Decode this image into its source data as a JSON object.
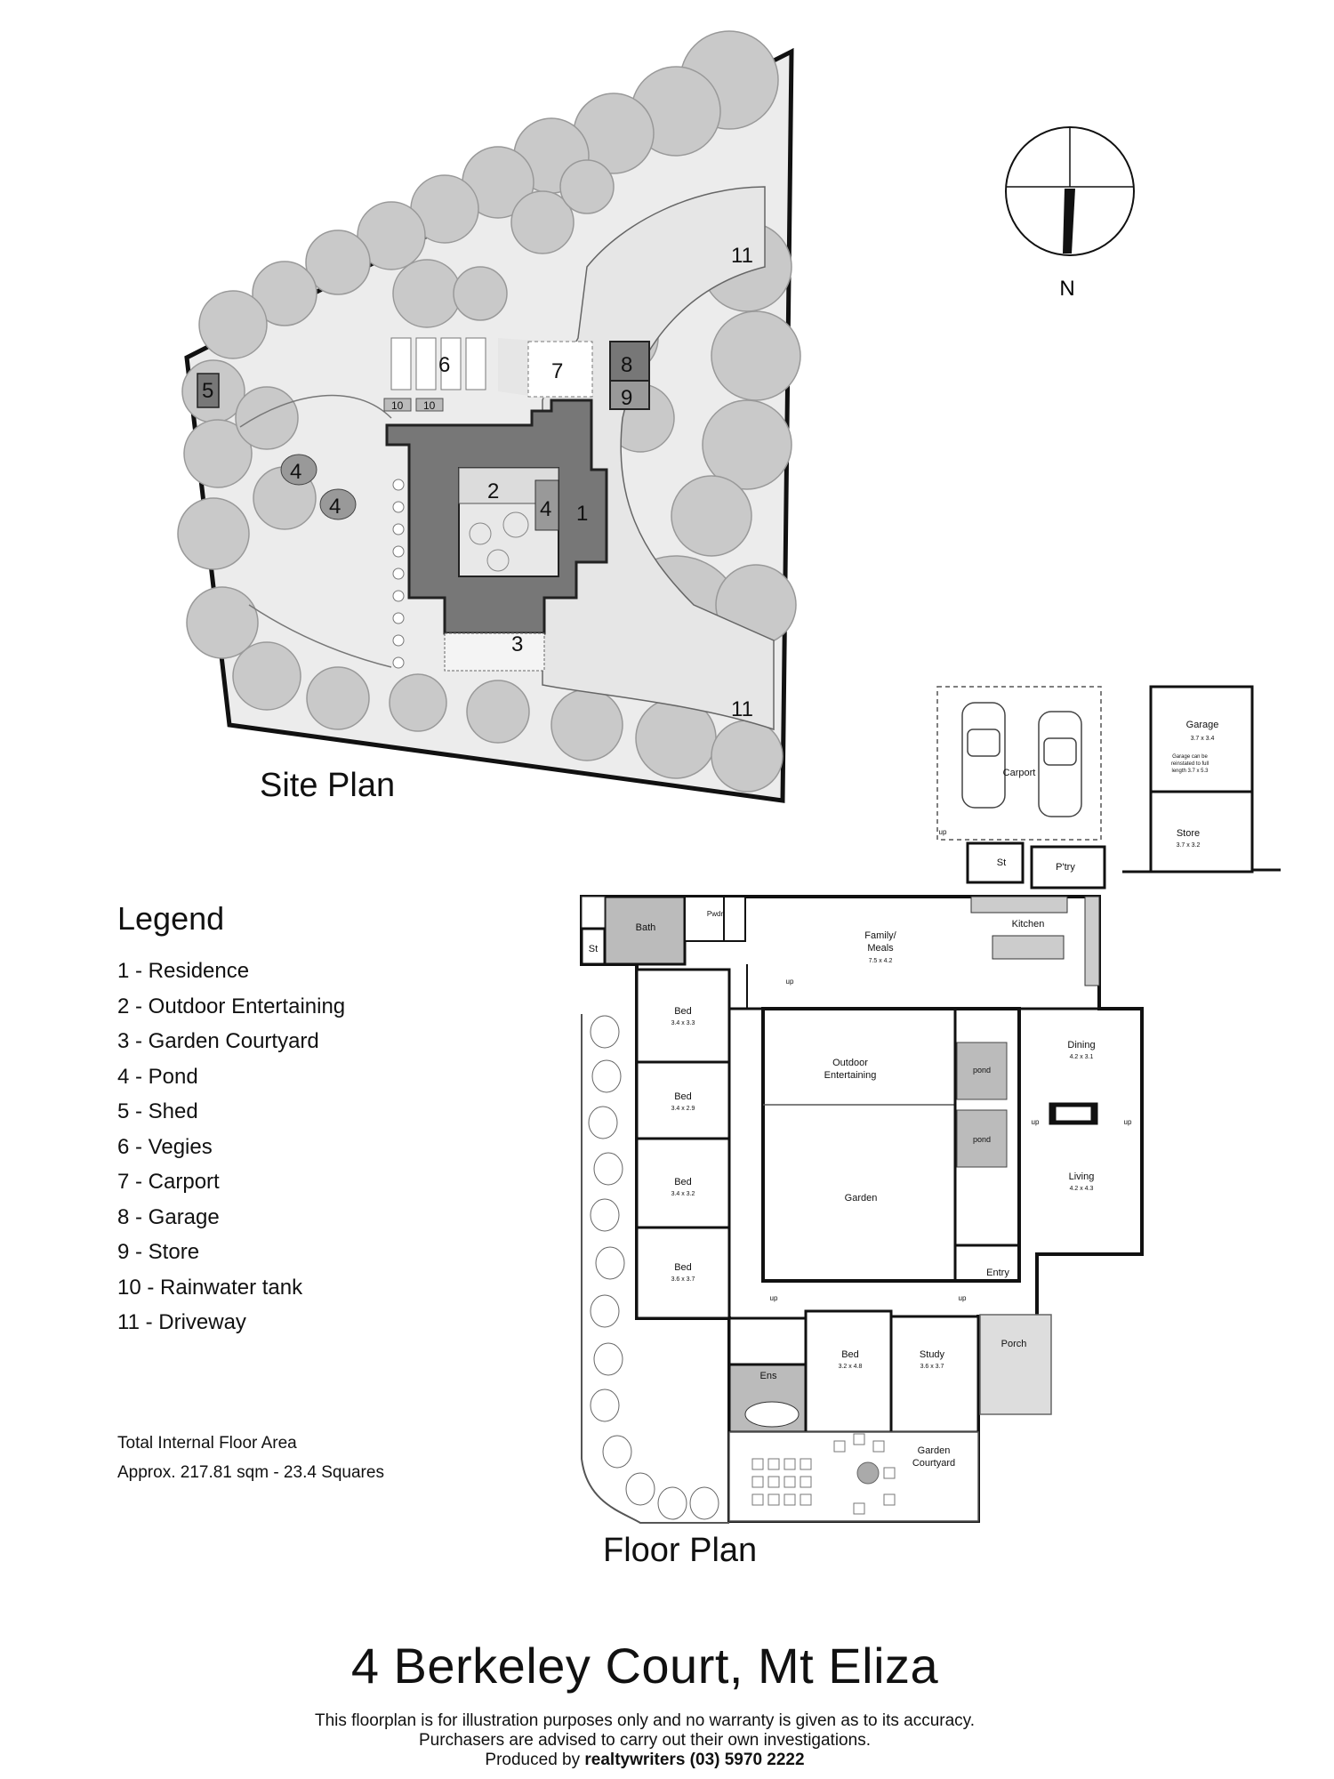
{
  "site_plan": {
    "title": "Site Plan",
    "labels": {
      "l1": "1",
      "l2": "2",
      "l3": "3",
      "l4a": "4",
      "l4b": "4",
      "l4c": "4",
      "l5": "5",
      "l6": "6",
      "l7": "7",
      "l8": "8",
      "l9": "9",
      "l10a": "10",
      "l10b": "10",
      "l11a": "11",
      "l11b": "11"
    }
  },
  "compass": {
    "label": "N"
  },
  "legend": {
    "title": "Legend",
    "items": [
      "1 - Residence",
      "2 - Outdoor Entertaining",
      "3 - Garden Courtyard",
      "4 - Pond",
      "5 - Shed",
      "6 - Vegies",
      "7 - Carport",
      "8 - Garage",
      "9 - Store",
      "10 - Rainwater tank",
      "11 - Driveway"
    ]
  },
  "floor_area": {
    "line1": "Total Internal Floor Area",
    "line2": "Approx. 217.81 sqm - 23.4 Squares"
  },
  "floor_plan": {
    "title": "Floor Plan",
    "rooms": {
      "garage": "Garage",
      "garage_dim": "3.7 x 3.4",
      "garage_note1": "Garage can be",
      "garage_note2": "reinstated to full",
      "garage_note3": "length 3.7 x 5.3",
      "carport": "Carport",
      "store": "Store",
      "store_dim": "3.7 x 3.2",
      "st1": "St",
      "st2": "St",
      "pntry": "P'try",
      "kitchen": "Kitchen",
      "bath": "Bath",
      "pwdr": "Pwdr",
      "family": "Family/",
      "meals": "Meals",
      "family_dim": "7.5 x 4.2",
      "bed1": "Bed",
      "bed1_dim": "3.4 x 3.3",
      "bed2": "Bed",
      "bed2_dim": "3.4 x 2.9",
      "bed3": "Bed",
      "bed3_dim": "3.4 x 3.2",
      "bed4": "Bed",
      "bed4_dim": "3.6 x 3.7",
      "bed5": "Bed",
      "bed5_dim": "3.2 x 4.8",
      "outdoor1": "Outdoor",
      "outdoor2": "Entertaining",
      "pond1": "pond",
      "pond2": "pond",
      "garden": "Garden",
      "dining": "Dining",
      "dining_dim": "4.2 x 3.1",
      "living": "Living",
      "living_dim": "4.2 x 4.3",
      "entry": "Entry",
      "porch": "Porch",
      "study": "Study",
      "study_dim": "3.6 x 3.7",
      "ens": "Ens",
      "garden_court1": "Garden",
      "garden_court2": "Courtyard",
      "up1": "up",
      "up2": "up",
      "up3": "up",
      "up4": "up",
      "up5": "up",
      "up6": "up"
    }
  },
  "footer": {
    "address": "4 Berkeley Court, Mt Eliza",
    "disclaimer1": "This floorplan is for illustration purposes only and no warranty is given as to its accuracy.",
    "disclaimer2": "Purchasers are advised to carry out their own investigations.",
    "produced_prefix": "Produced by ",
    "produced_brand": "realtywriters (03) 5970 2222"
  }
}
